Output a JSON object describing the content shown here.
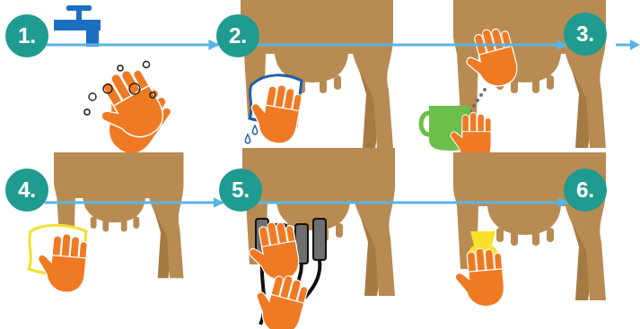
{
  "diagram": {
    "nodes": [
      {
        "text": [
          "1."
        ]
      },
      {
        "text": [
          "2."
        ]
      },
      {
        "text": [
          "3."
        ]
      },
      {
        "text": [
          "4."
        ]
      },
      {
        "text": [
          "5."
        ]
      },
      {
        "text": [
          "6."
        ]
      }
    ],
    "edges": [
      {
        "from": 0,
        "to": 1,
        "arrow": "to"
      },
      {
        "from": 1,
        "to": 2,
        "arrow": "to"
      },
      {
        "from": 3,
        "to": 4,
        "arrow": "to"
      },
      {
        "from": 4,
        "to": 5,
        "arrow": "to"
      }
    ]
  }
}
